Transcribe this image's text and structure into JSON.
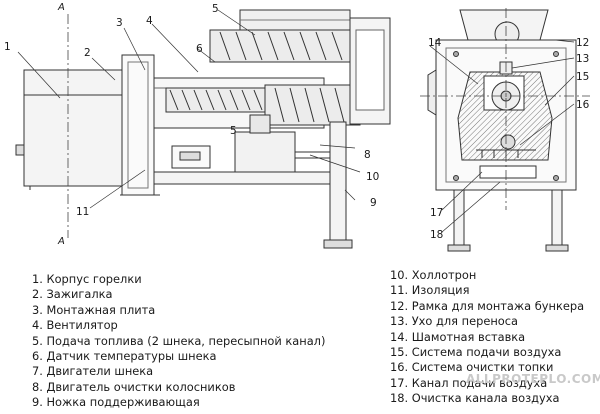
{
  "section_marks": {
    "top": "A",
    "bottom": "A"
  },
  "callouts": [
    "1",
    "2",
    "3",
    "4",
    "5",
    "6",
    "8",
    "9",
    "10",
    "11",
    "12",
    "13",
    "14",
    "15",
    "16",
    "17",
    "18",
    "5"
  ],
  "legend_left": [
    "1. Корпус горелки",
    "2. Зажигалка",
    "3. Монтажная плита",
    "4. Вентилятор",
    "5. Подача топлива (2 шнека, пересыпной канал)",
    "6. Датчик температуры шнека",
    "7. Двигатели шнека",
    "8. Двигатель очистки колосников",
    "9. Ножка поддерживающая"
  ],
  "legend_right": [
    "10. Холлотрон",
    "11. Изоляция",
    "12. Рамка для монтажа бункера",
    "13. Ухо для переноса",
    "14. Шамотная вставка",
    "15. Система подачи воздуха",
    "16. Система очистки топки",
    "17. Канал подачи воздуха",
    "18. Очистка канала воздуха"
  ],
  "watermark": "ALLPROTEPLO.COM"
}
